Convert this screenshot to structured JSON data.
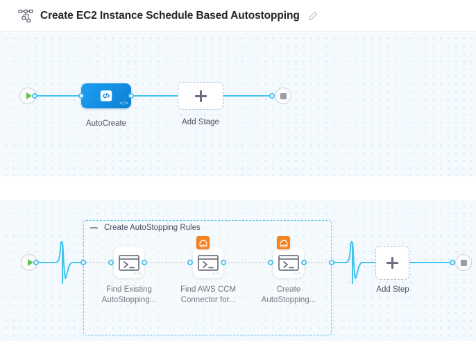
{
  "header": {
    "icon": "pipeline-graph-icon",
    "title": "Create EC2 Instance Schedule Based Autostopping",
    "edit_icon": "pencil-edit-icon"
  },
  "theme": {
    "accent_blue": "#44c3ef",
    "stage_blue": "#0b7fd4",
    "start_green": "#5fc44e",
    "end_gray": "#9a9ba4",
    "connector_orange": "#f58220",
    "group_border": "#5ec8ef",
    "canvas_bg": "#f3f9fc",
    "dot_grid": "#d3e3ee"
  },
  "stages_canvas": {
    "name": "stages-canvas",
    "start_node": {
      "name": "pipeline-start-node",
      "icon": "play-icon"
    },
    "end_node": {
      "name": "pipeline-end-node",
      "icon": "stop-square-icon"
    },
    "nodes": [
      {
        "name": "stage-node-autocreate",
        "label": "AutoCreate",
        "icon": "custom-stage-code-icon",
        "badge": "</>",
        "type": "custom-stage"
      }
    ],
    "add_stage": {
      "name": "add-stage-button",
      "label": "Add Stage",
      "icon": "plus-icon"
    }
  },
  "steps_canvas": {
    "name": "steps-canvas",
    "start_node": {
      "name": "execution-start-node",
      "icon": "play-icon"
    },
    "end_node": {
      "name": "execution-end-node",
      "icon": "stop-square-icon"
    },
    "group": {
      "name": "step-group-create-autostopping-rules",
      "title": "Create AutoStopping Rules",
      "collapse_icon": "minus-collapse-icon",
      "steps": [
        {
          "name": "step-find-existing-autostopping",
          "label_line1": "Find Existing",
          "label_line2": "AutoStopping...",
          "icon": "shell-script-terminal-icon",
          "badge": "</>",
          "connector_badge": null
        },
        {
          "name": "step-find-aws-ccm-connector",
          "label_line1": "Find AWS CCM",
          "label_line2": "Connector for...",
          "icon": "shell-script-terminal-icon",
          "badge": "</>",
          "connector_badge": "aws-ccm-connector-icon"
        },
        {
          "name": "step-create-autostopping",
          "label_line1": "Create",
          "label_line2": "AutoStopping...",
          "icon": "shell-script-terminal-icon",
          "badge": "</>",
          "connector_badge": "aws-ccm-connector-icon"
        }
      ]
    },
    "add_step": {
      "name": "add-step-button",
      "label": "Add Step",
      "icon": "plus-icon"
    }
  }
}
